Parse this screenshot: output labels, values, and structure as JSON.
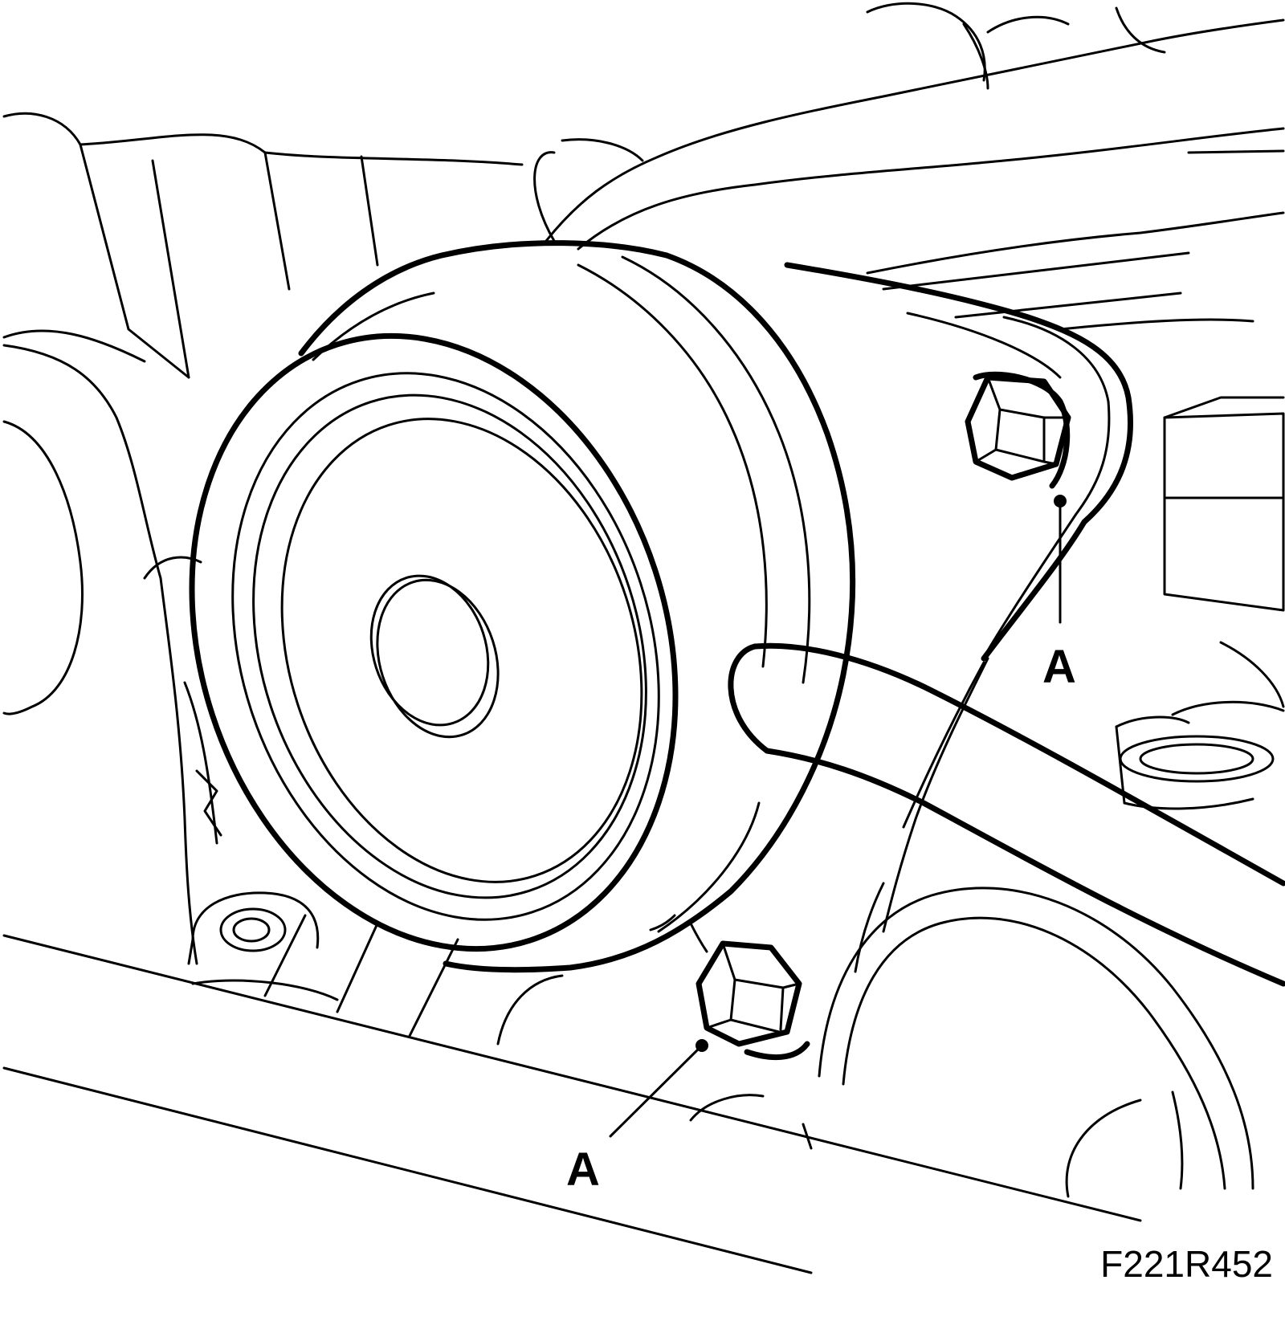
{
  "diagram": {
    "callouts": [
      {
        "label": "A"
      },
      {
        "label": "A"
      }
    ],
    "figure_code": "F221R452"
  }
}
